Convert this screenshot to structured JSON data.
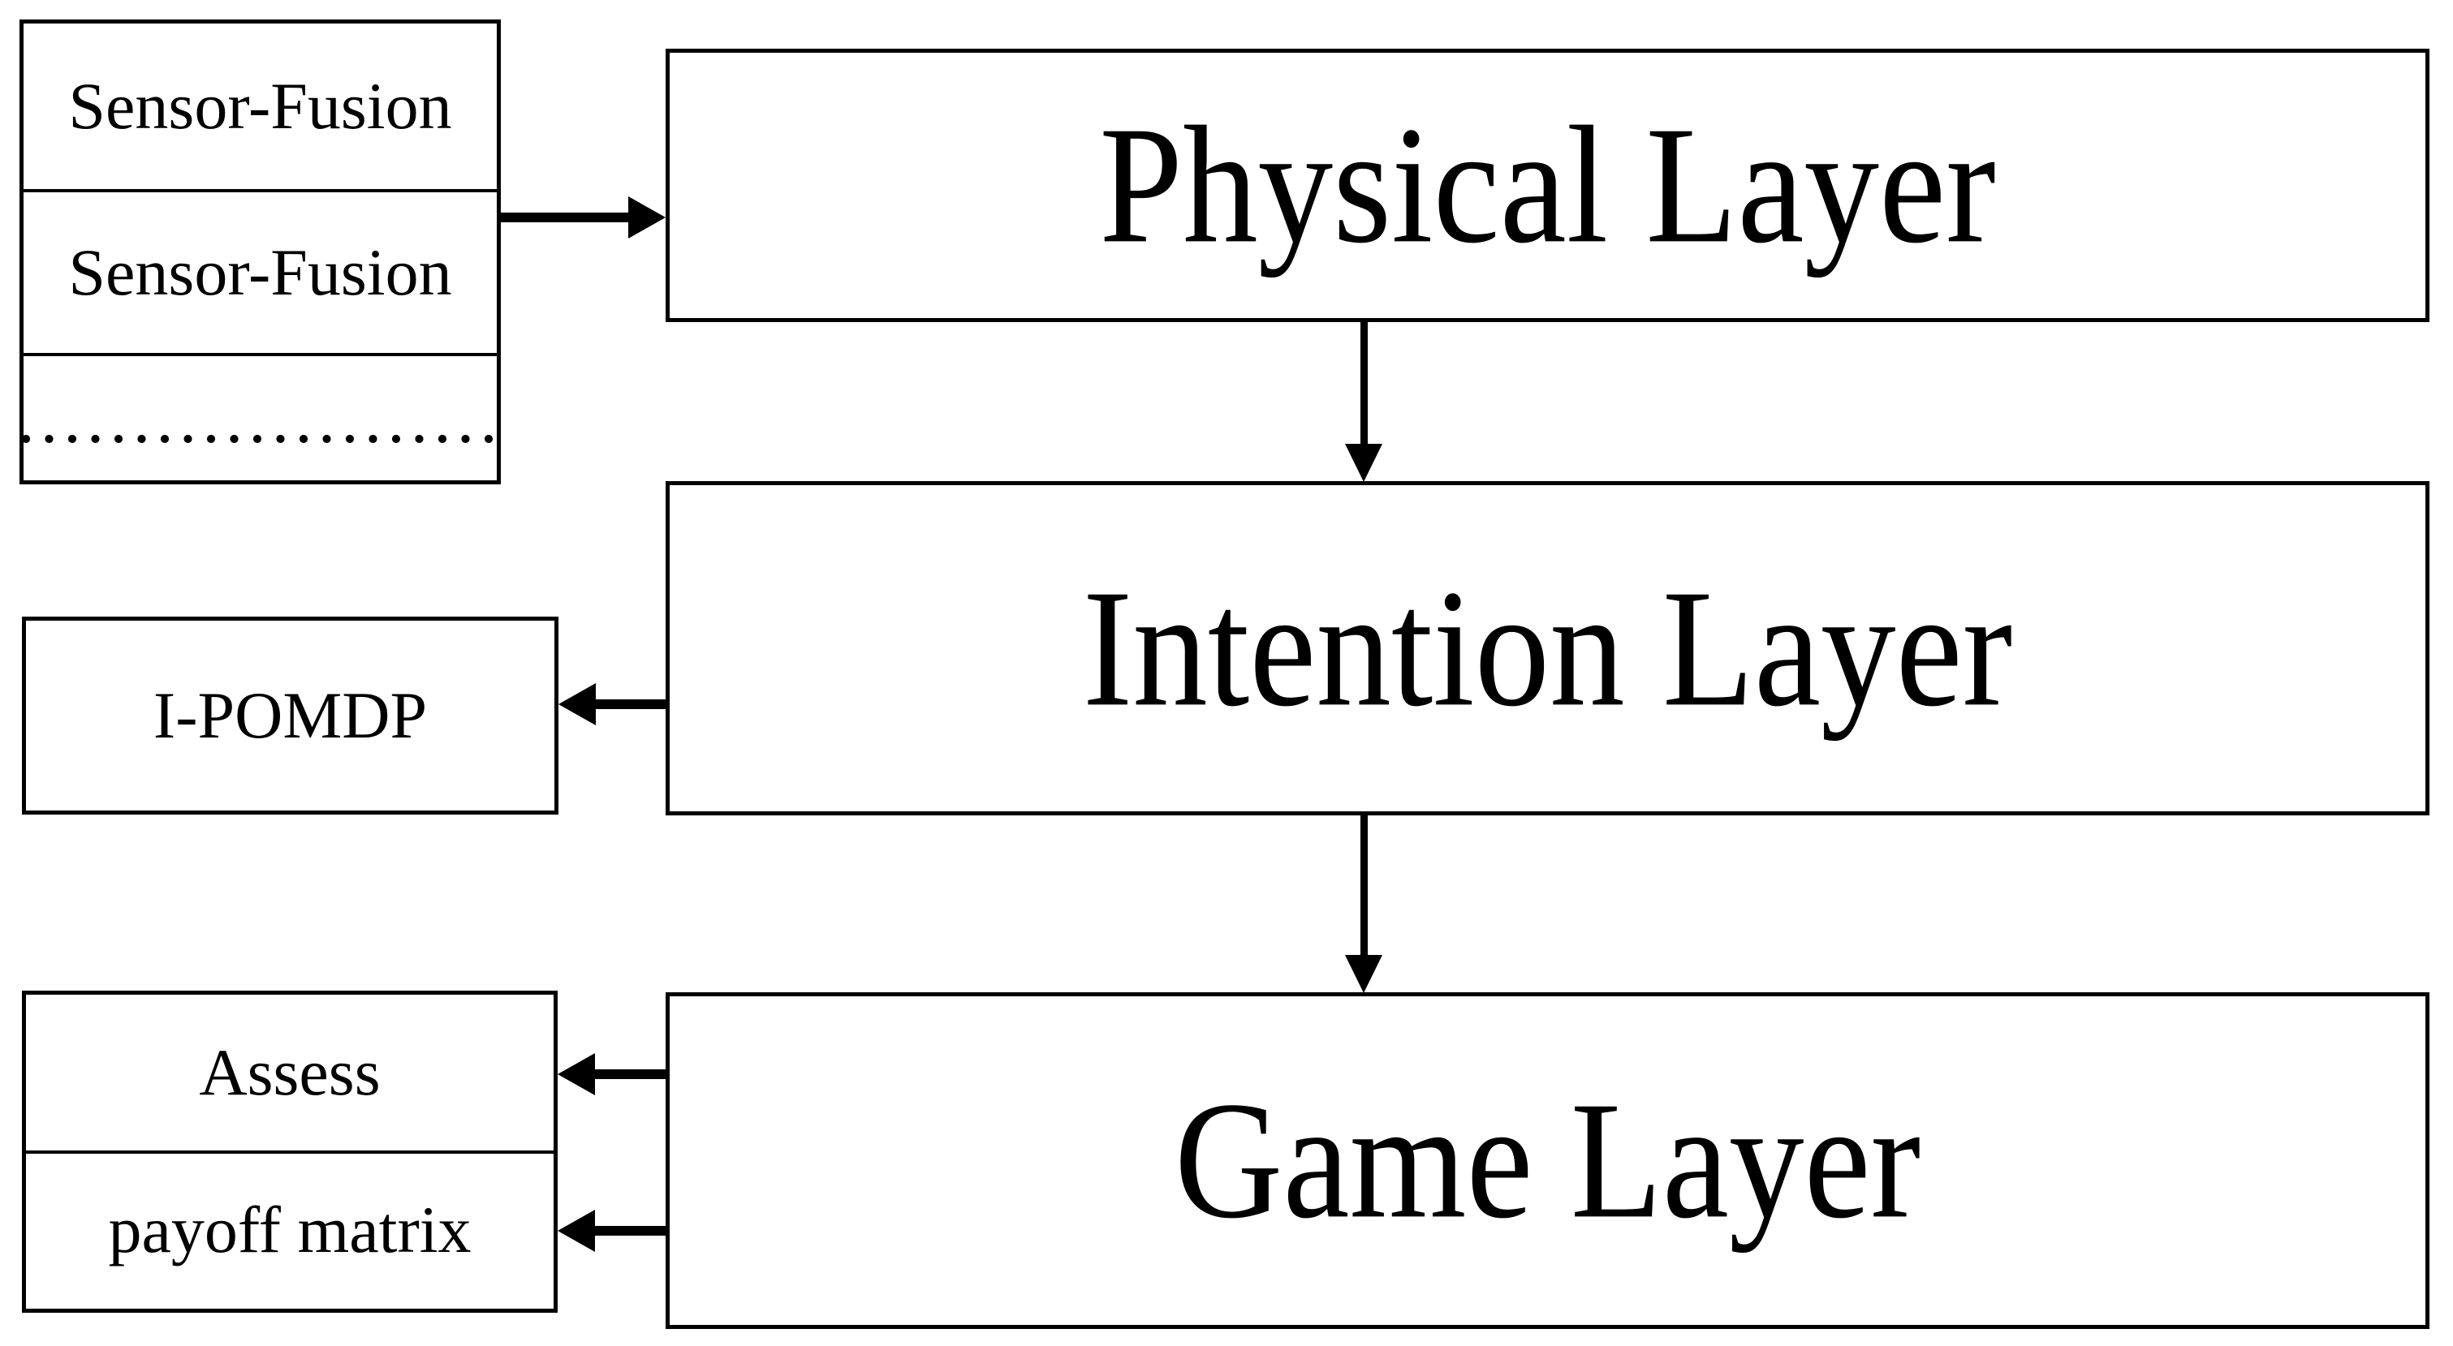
{
  "colors": {
    "ink": "#000000",
    "background": "#ffffff"
  },
  "boxes": {
    "sensor1": "Sensor-Fusion",
    "sensor2": "Sensor-Fusion",
    "sensor_dots": ".....................",
    "physical": "Physical Layer",
    "intention": "Intention Layer",
    "game": "Game Layer",
    "ipomdp": "I-POMDP",
    "assess": "Assess",
    "payoff": "payoff matrix"
  },
  "edges": [
    {
      "from": "sensor-stack",
      "to": "physical-layer",
      "direction": "right"
    },
    {
      "from": "physical-layer",
      "to": "intention-layer",
      "direction": "down"
    },
    {
      "from": "intention-layer",
      "to": "ipomdp",
      "direction": "left"
    },
    {
      "from": "intention-layer",
      "to": "game-layer",
      "direction": "down"
    },
    {
      "from": "game-layer",
      "to": "assess",
      "direction": "left"
    },
    {
      "from": "game-layer",
      "to": "payoff-matrix",
      "direction": "left"
    }
  ]
}
